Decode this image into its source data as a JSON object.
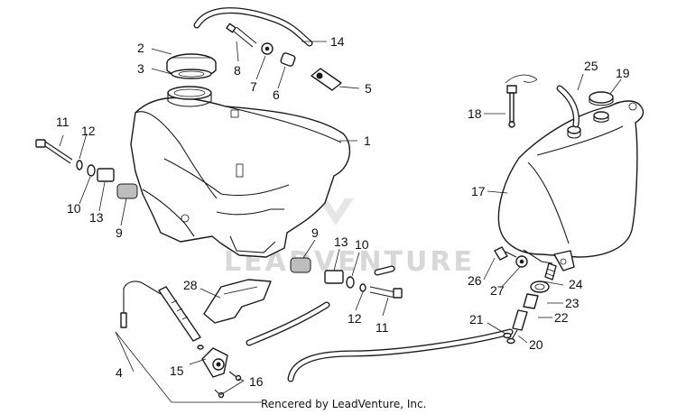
{
  "watermark": "LEADVENTURE",
  "credit": "Rencered by LeadVenture, Inc.",
  "callouts": [
    "1",
    "2",
    "3",
    "4",
    "5",
    "6",
    "7",
    "8",
    "9",
    "9",
    "10",
    "10",
    "11",
    "11",
    "12",
    "12",
    "13",
    "13",
    "14",
    "15",
    "16",
    "17",
    "18",
    "19",
    "20",
    "21",
    "22",
    "23",
    "24",
    "25",
    "26",
    "27",
    "28"
  ]
}
